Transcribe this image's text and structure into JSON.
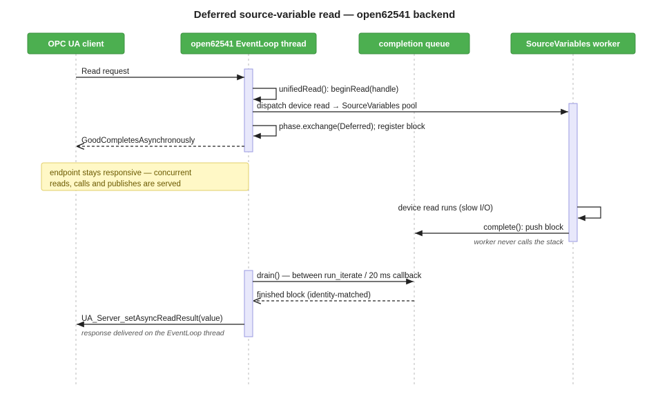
{
  "title": "Deferred source-variable read — open62541 backend",
  "participants": [
    {
      "id": "client",
      "label": "OPC UA client"
    },
    {
      "id": "loop",
      "label": "open62541 EventLoop thread"
    },
    {
      "id": "queue",
      "label": "completion queue"
    },
    {
      "id": "worker",
      "label": "SourceVariables worker"
    }
  ],
  "messages": [
    {
      "label": "Read request",
      "style": "solid"
    },
    {
      "label": "unifiedRead(): beginRead(handle)",
      "style": "self"
    },
    {
      "label": "dispatch device read → SourceVariables pool",
      "style": "solid"
    },
    {
      "label": "phase.exchange(Deferred); register block",
      "style": "self"
    },
    {
      "label": "GoodCompletesAsynchronously",
      "style": "dashed-open"
    },
    {
      "label": "device read runs (slow I/O)",
      "style": "self"
    },
    {
      "label": "complete(): push block",
      "style": "solid"
    },
    {
      "label": "drain() — between run_iterate / 20 ms callback",
      "style": "solid"
    },
    {
      "label": "finished block (identity-matched)",
      "style": "dashed-open"
    },
    {
      "label": "UA_Server_setAsyncReadResult(value)",
      "style": "solid"
    }
  ],
  "note": {
    "lines": [
      "endpoint stays responsive — concurrent",
      "reads, calls and publishes are served"
    ]
  },
  "annotations": {
    "worker": "worker never calls the stack",
    "response": "response delivered on the EventLoop thread"
  },
  "colors": {
    "participant": "#4caf50",
    "activation": "#e8e8fb",
    "note": "#fff8c6"
  }
}
